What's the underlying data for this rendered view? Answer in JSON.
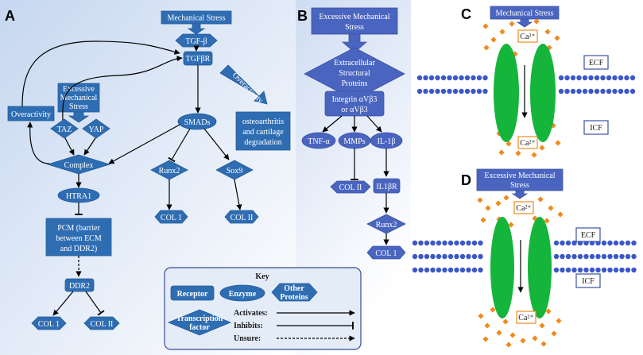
{
  "panels": {
    "a": {
      "letter": "A",
      "mech_stress": "Mechanical Stress",
      "tgfb": "TGF-β",
      "tgfbr": "TGFβR",
      "overactivity_left": "Overactivity",
      "overactivity_diag": "Overactivity",
      "excessive_stress": [
        "Excessive",
        "Mechanical",
        "Stress"
      ],
      "taz": "TAZ",
      "yap": "YAP",
      "complex": "Complex",
      "smads": "SMADs",
      "oa": [
        "osteoarthritis",
        "and cartilage",
        "degradation"
      ],
      "runx2": "Runx2",
      "sox9": "Sox9",
      "col1_mid": "COL 1",
      "col2_mid": "COL II",
      "htra1": "HTRA1",
      "pcm": [
        "PCM (barrier",
        "between ECM",
        "and DDR2)"
      ],
      "ddr2": "DDR2",
      "col1_bottom": "COL 1",
      "col2_bottom": "COL II"
    },
    "b": {
      "letter": "B",
      "excessive_stress": [
        "Excessive Mechanical",
        "Stress"
      ],
      "ecsp": [
        "Extracellular",
        "Structural",
        "Proteins"
      ],
      "integrin": [
        "Integrin αVβ3",
        "or αVβ3"
      ],
      "tnfa": "TNF-α",
      "mmps": "MMPs",
      "il1b": "IL-1β",
      "col2": "COL II",
      "il1br": "IL1βR",
      "runx2": "Runx2",
      "col1": "COL 1"
    },
    "c": {
      "letter": "C",
      "mech_stress": "Mechanical Stress",
      "ca_top": "Ca²⁺",
      "ca_bottom": "Ca²⁺",
      "ecf": "ECF",
      "icf": "ICF"
    },
    "d": {
      "letter": "D",
      "excessive_stress": [
        "Excessive Mechanical",
        "Stress"
      ],
      "ca_top": "Ca²⁺",
      "ca_bottom": "Ca²⁺",
      "ecf": "ECF",
      "icf": "ICF"
    }
  },
  "key": {
    "title": "Key",
    "receptor": "Receptor",
    "enzyme": "Enzyme",
    "other_proteins": [
      "Other",
      "Proteins"
    ],
    "transcription_factor": [
      "Transcription",
      "factor"
    ],
    "activates": "Activates:",
    "inhibits": "Inhibits:",
    "unsure": "Unsure:"
  },
  "colors": {
    "shape_blue": "#2f6db3",
    "panel_b_blue": "#4a65c0",
    "membrane_dot": "#3b57c9",
    "channel_green": "#14b53a",
    "calcium_orange": "#f08a1d",
    "bg_gradient_start": "#c6d7f0",
    "bg_gradient_end": "#ffffff"
  }
}
